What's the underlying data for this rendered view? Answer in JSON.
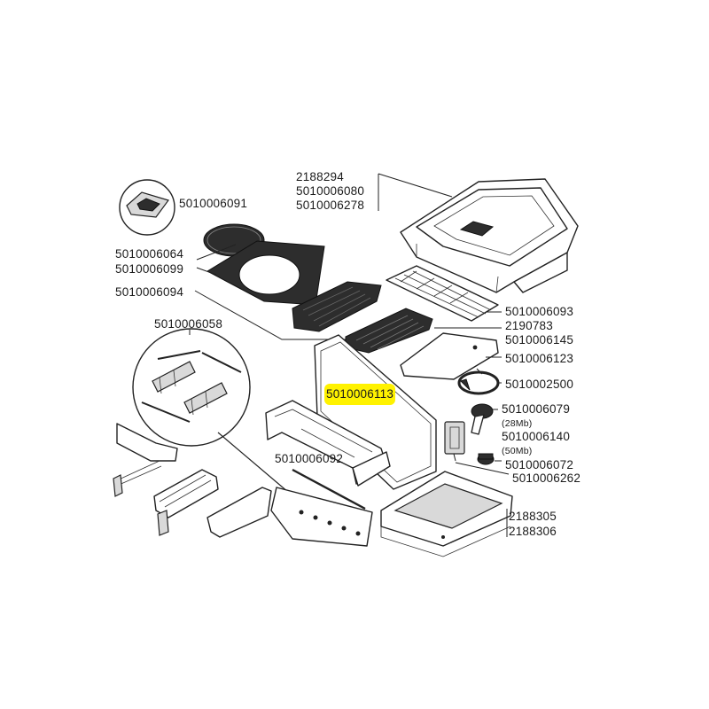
{
  "labels": {
    "l2188294": "2188294",
    "l5010006080": "5010006080",
    "l5010006278": "5010006278",
    "l5010006091": "5010006091",
    "l5010006064": "5010006064",
    "l5010006099": "5010006099",
    "l5010006094": "5010006094",
    "l5010006058": "5010006058",
    "l5010006093": "5010006093",
    "l2190783": "2190783",
    "l5010006145": "5010006145",
    "l5010006123": "5010006123",
    "l5010006113": "5010006113",
    "l5010002500": "5010002500",
    "l5010006079": "5010006079",
    "l28mb": "(28Mb)",
    "l5010006140": "5010006140",
    "l50mb": "(50Mb)",
    "l5010006092": "5010006092",
    "l5010006072": "5010006072",
    "l5010006262": "5010006262",
    "l2188305": "2188305",
    "l2188306": "2188306"
  },
  "highlight_color": "#fff200"
}
